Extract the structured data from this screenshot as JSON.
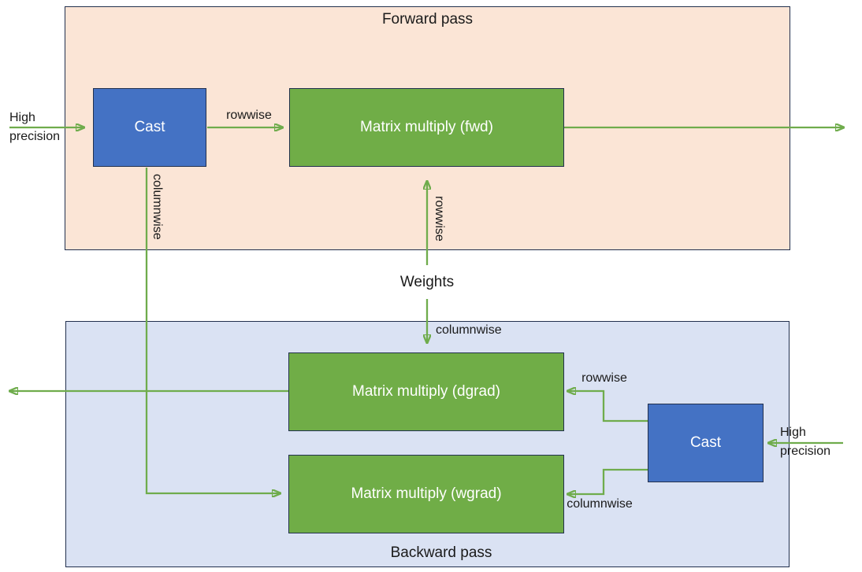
{
  "colors": {
    "forward_panel_bg": "#FBE5D6",
    "backward_panel_bg": "#DAE2F3",
    "green_box": "#70AD47",
    "blue_box": "#4472C4",
    "outline": "#22304E",
    "arrow_green": "#6FAC4C",
    "label_text": "#1A1A1A",
    "box_text": "#FFFFFF"
  },
  "forward": {
    "title": "Forward pass",
    "cast_label": "Cast",
    "matmul_label": "Matrix multiply (fwd)",
    "input_line1": "High",
    "input_line2": "precision",
    "cast_to_matmul_label": "rowwise",
    "cast_down_label": "columnwise",
    "weights_up_label": "rowwise"
  },
  "weights": {
    "label": "Weights",
    "down_label": "columnwise"
  },
  "backward": {
    "title": "Backward pass",
    "cast_label": "Cast",
    "dgrad_label": "Matrix multiply (dgrad)",
    "wgrad_label": "Matrix multiply (wgrad)",
    "input_line1": "High",
    "input_line2": "precision",
    "cast_to_dgrad_label": "rowwise",
    "cast_to_wgrad_label": "columnwise"
  }
}
